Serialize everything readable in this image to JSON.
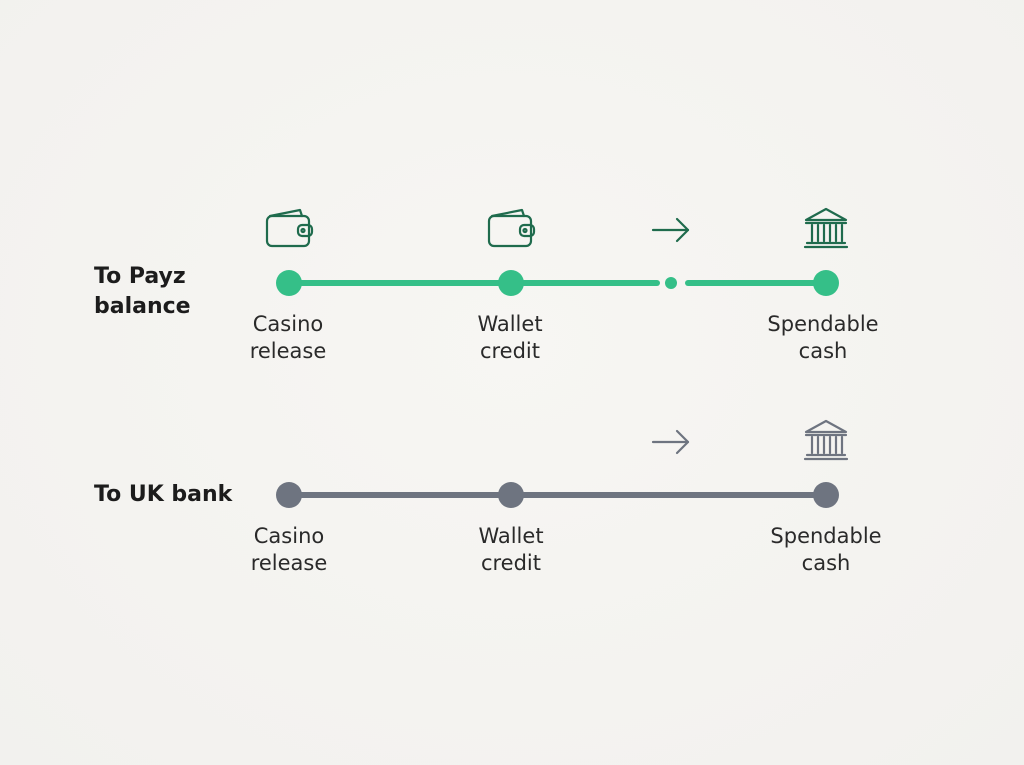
{
  "colors": {
    "payz_accent": "#35bf88",
    "payz_icon": "#1f6b4d",
    "bank_accent": "#6e7480",
    "bank_icon": "#6e7480",
    "text": "#1c1c1c"
  },
  "rows": [
    {
      "label": "To Payz\nbalance",
      "style": "payz",
      "icons": [
        "wallet-icon",
        "wallet-icon",
        "arrow-right-icon",
        "bank-icon"
      ],
      "nodes": [
        {
          "label": "Casino\nrelease"
        },
        {
          "label": "Wallet\ncredit"
        },
        {
          "label": "Spendable\ncash"
        }
      ]
    },
    {
      "label": "To UK bank",
      "style": "bank",
      "icons": [
        "arrow-right-icon",
        "bank-icon"
      ],
      "nodes": [
        {
          "label": "Casino\nrelease"
        },
        {
          "label": "Wallet\ncredit"
        },
        {
          "label": "Spendable\ncash"
        }
      ]
    }
  ]
}
